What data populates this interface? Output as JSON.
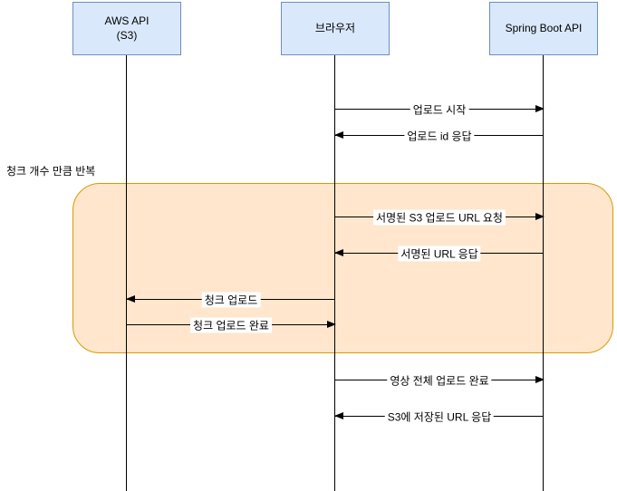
{
  "diagram": {
    "type": "sequence-diagram",
    "language": "Korean",
    "description_visible_only": "Chunked video upload flow between browser, Spring Boot API and AWS S3"
  },
  "actors": [
    {
      "label": "AWS API\n(S3)"
    },
    {
      "label": "브라우저"
    },
    {
      "label": "Spring Boot API"
    }
  ],
  "loop": {
    "label": "청크 개수 만큼 반복"
  },
  "messages": [
    {
      "label": "업로드 시작",
      "from": "브라우저",
      "to": "Spring Boot API",
      "direction": "right",
      "in_loop": false
    },
    {
      "label": "업로드 id 응답",
      "from": "Spring Boot API",
      "to": "브라우저",
      "direction": "left",
      "in_loop": false
    },
    {
      "label": "서명된 S3 업로드 URL 요청",
      "from": "브라우저",
      "to": "Spring Boot API",
      "direction": "right",
      "in_loop": true
    },
    {
      "label": "서명된 URL 응답",
      "from": "Spring Boot API",
      "to": "브라우저",
      "direction": "left",
      "in_loop": true
    },
    {
      "label": "청크 업로드",
      "from": "브라우저",
      "to": "AWS API (S3)",
      "direction": "left",
      "in_loop": true
    },
    {
      "label": "청크 업로드 완료",
      "from": "AWS API (S3)",
      "to": "브라우저",
      "direction": "right",
      "in_loop": true
    },
    {
      "label": "영상 전체 업로드 완료",
      "from": "브라우저",
      "to": "Spring Boot API",
      "direction": "right",
      "in_loop": false
    },
    {
      "label": "S3에 저장된 URL 응답",
      "from": "Spring Boot API",
      "to": "브라우저",
      "direction": "left",
      "in_loop": false
    }
  ],
  "colors": {
    "background": "#ffffff",
    "actor_fill": "#dae8fc",
    "actor_stroke": "#6c8ebf",
    "loop_fill": "#ffe6cc",
    "loop_stroke": "#d79b00",
    "line": "#000000",
    "text": "#000000"
  }
}
